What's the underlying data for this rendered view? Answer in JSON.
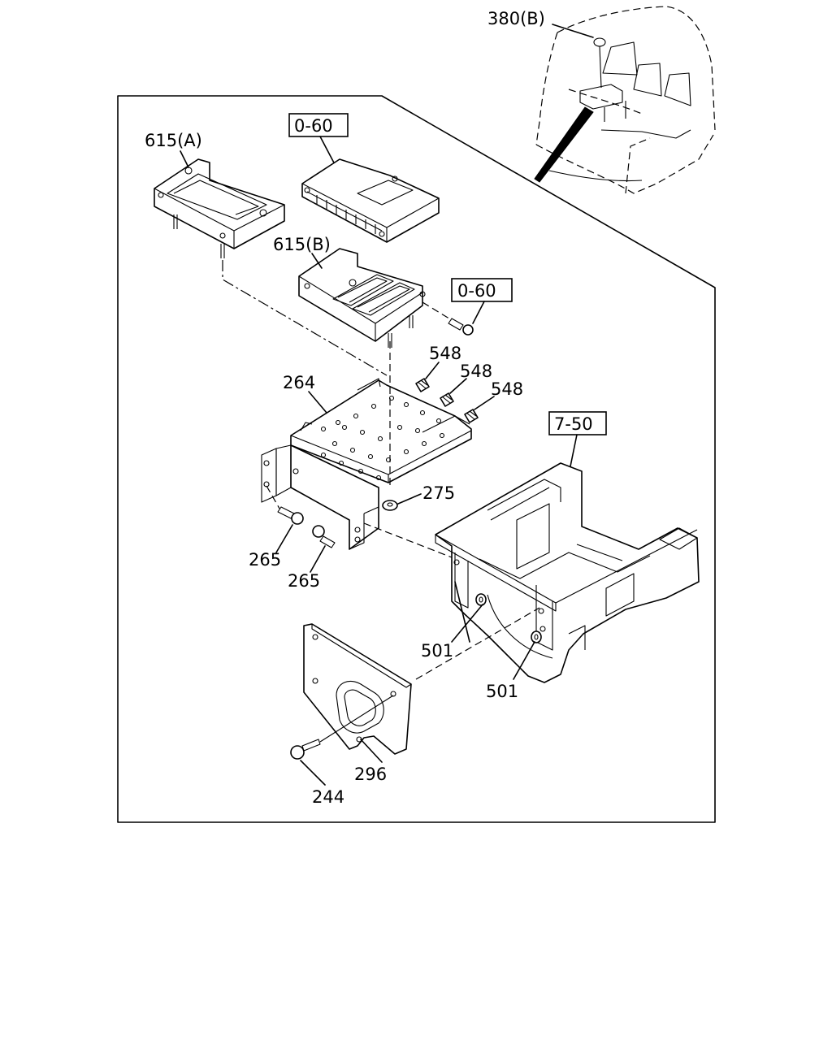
{
  "labels": {
    "ref_380b": "380(B)",
    "ref_615a": "615(A)",
    "ref_060_top": "0-60",
    "ref_615b": "615(B)",
    "ref_060_side": "0-60",
    "ref_548_a": "548",
    "ref_548_b": "548",
    "ref_548_c": "548",
    "ref_264": "264",
    "ref_750": "7-50",
    "ref_275": "275",
    "ref_265_a": "265",
    "ref_265_b": "265",
    "ref_501_a": "501",
    "ref_501_b": "501",
    "ref_296": "296",
    "ref_244": "244"
  }
}
